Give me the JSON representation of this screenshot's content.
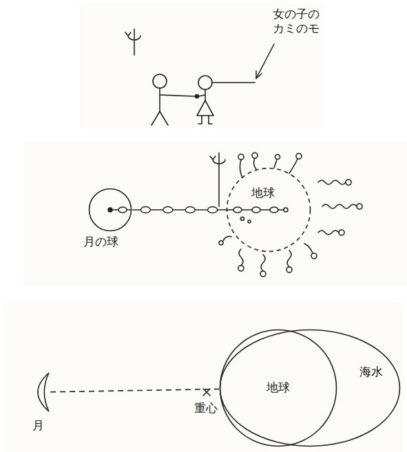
{
  "diagram": {
    "nodes": [
      {
        "text": [
          "月の球"
        ]
      },
      {
        "text": [
          "地球"
        ]
      },
      {
        "text": [
          "月"
        ]
      },
      {
        "text": [
          "海水"
        ]
      },
      {
        "text": [
          "地球"
        ],
        "in": 3
      }
    ],
    "edges": [
      {
        "from": 0,
        "to": 1,
        "arrow": "none"
      },
      {
        "from": 2,
        "to": 4,
        "arrow": "none"
      }
    ],
    "labels": [
      "女の子の カミのモ",
      "重心"
    ]
  }
}
